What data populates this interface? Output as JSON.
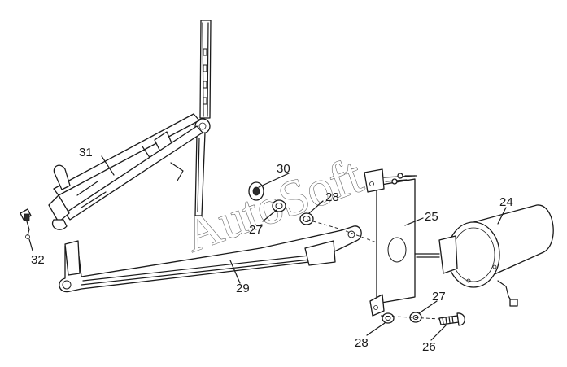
{
  "watermark": "AutoSoft",
  "callouts": {
    "p24": "24",
    "p25": "25",
    "p26": "26",
    "p27_left": "27",
    "p27_right": "27",
    "p28_left": "28",
    "p28_right": "28",
    "p29": "29",
    "p30": "30",
    "p31": "31",
    "p32": "32"
  },
  "colors": {
    "line": "#1a1a1a",
    "background": "#ffffff",
    "watermark_outline": "#555555"
  }
}
